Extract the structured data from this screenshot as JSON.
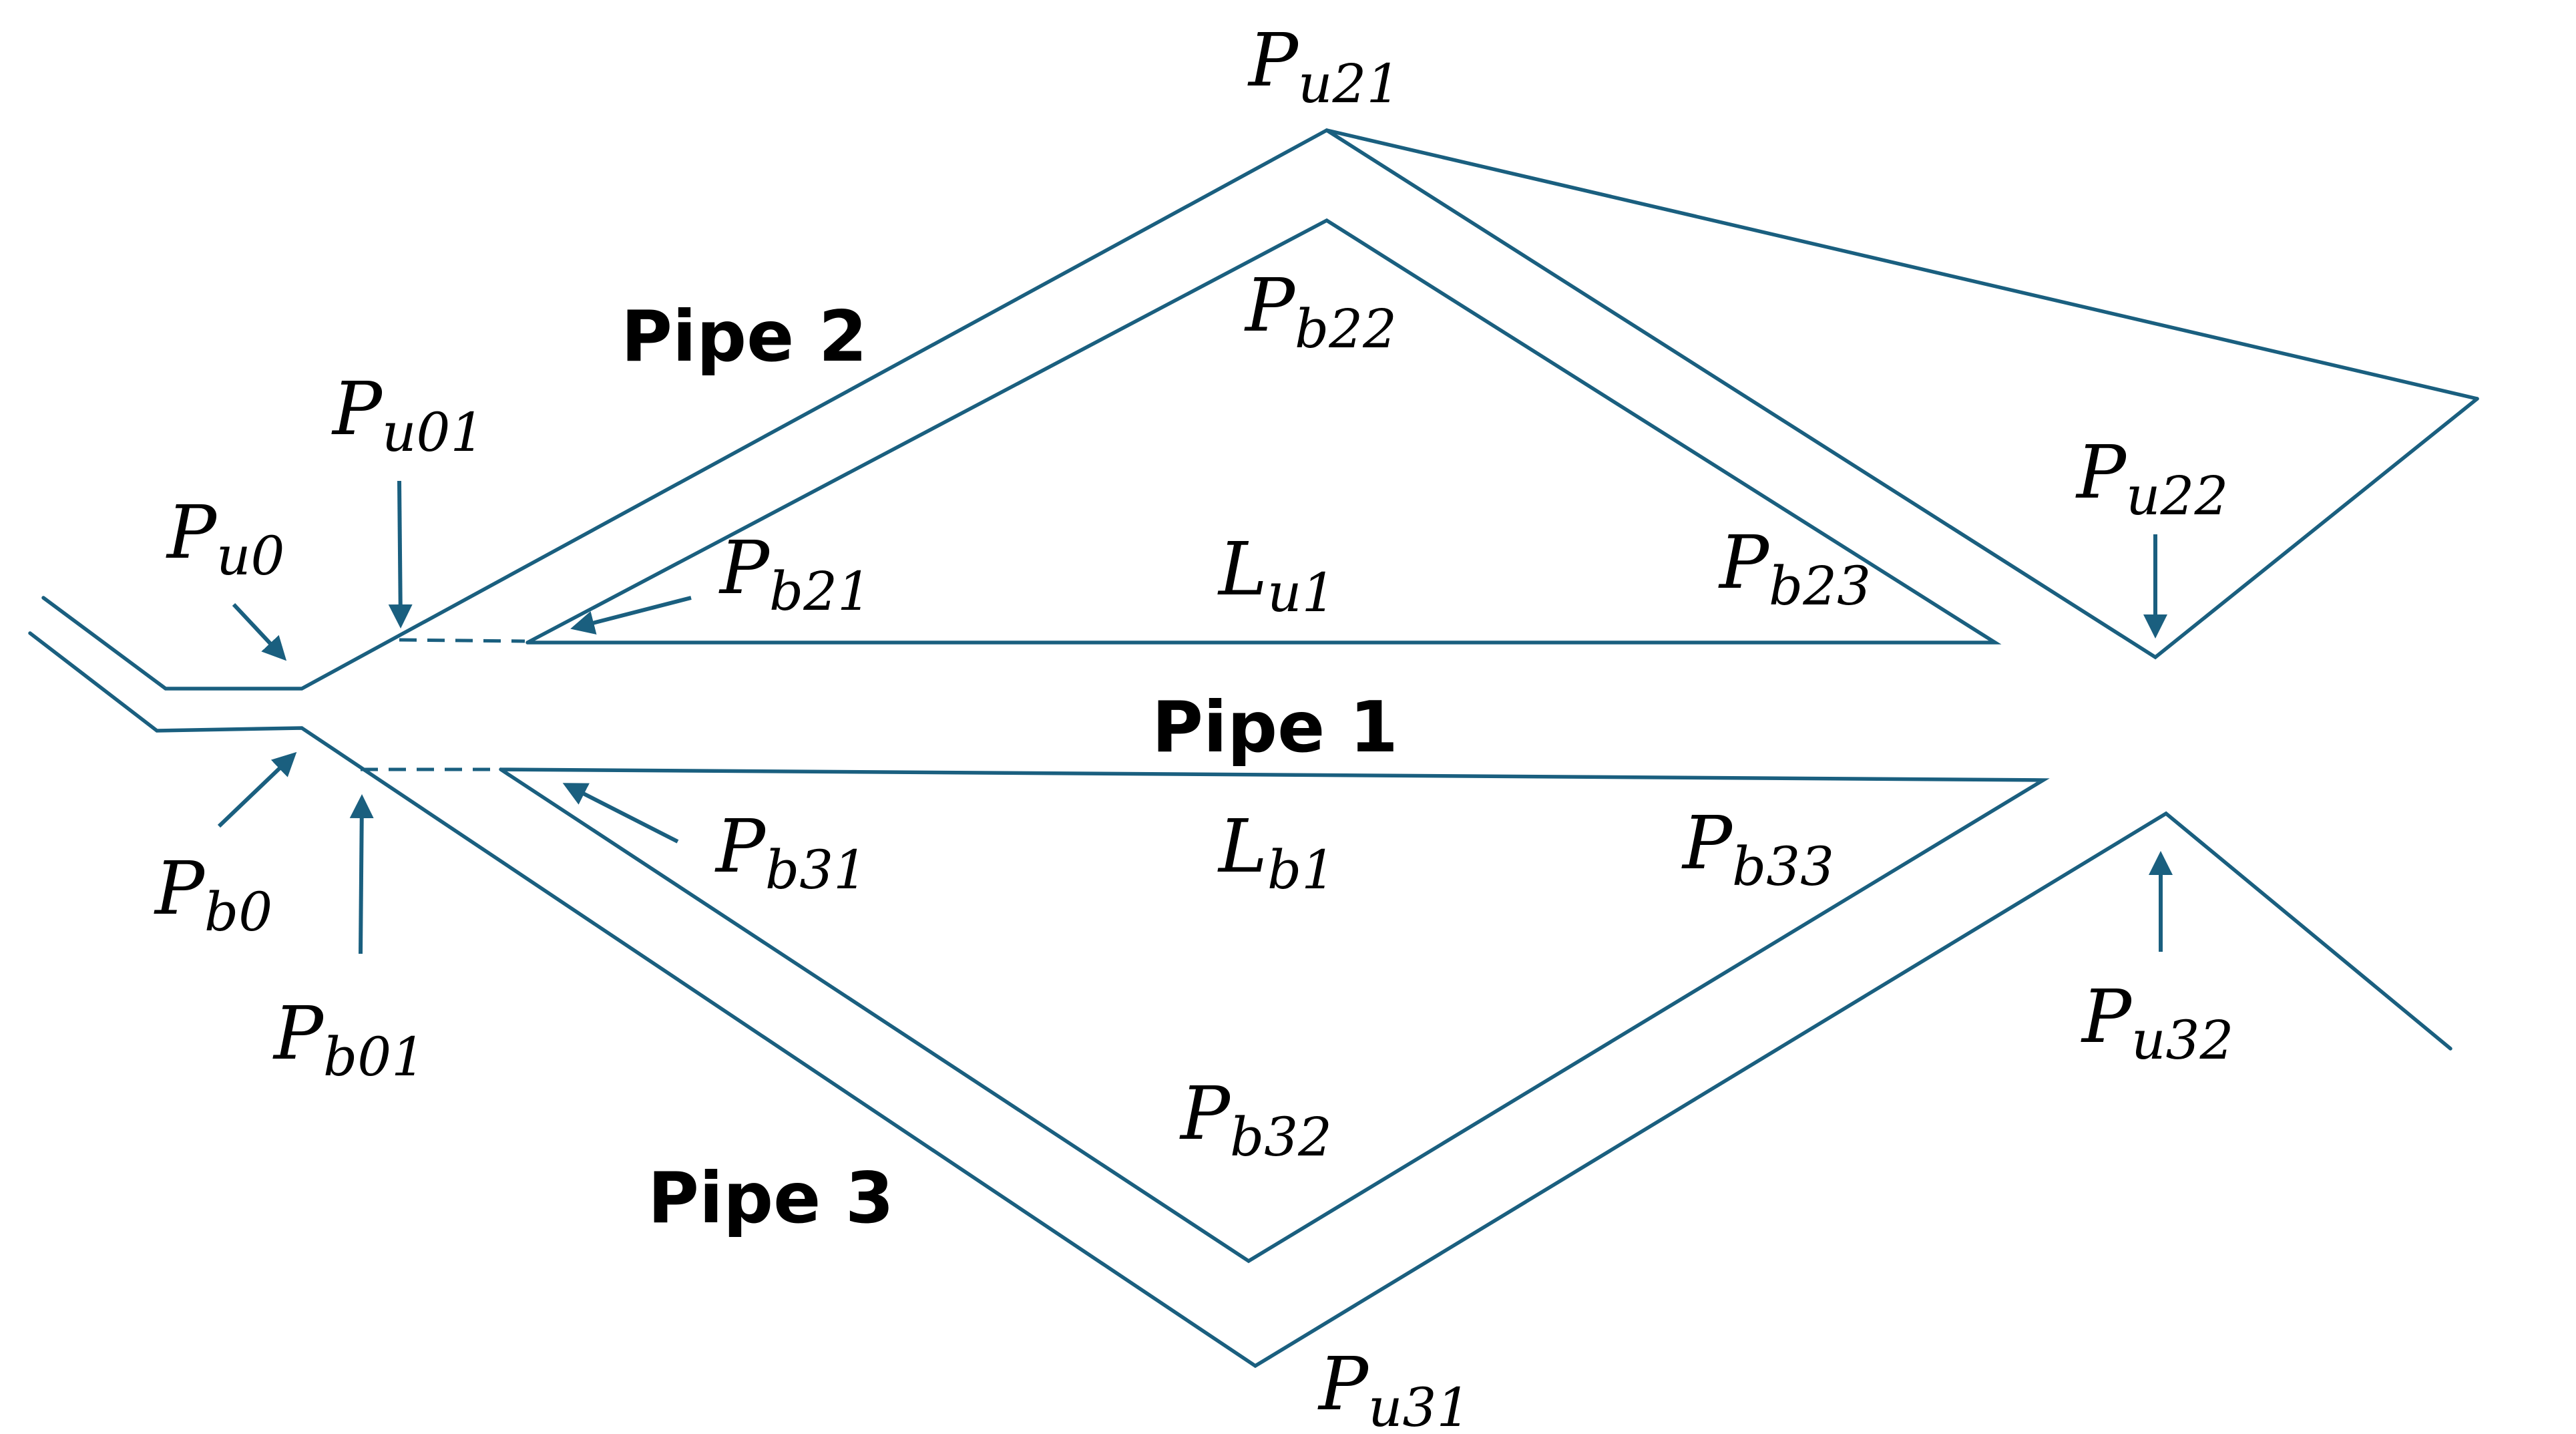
{
  "colors": {
    "line": "#1a5f7f",
    "text": "#000000",
    "background": "#ffffff"
  },
  "pipes": {
    "pipe1": "Pipe 1",
    "pipe2": "Pipe 2",
    "pipe3": "Pipe 3"
  },
  "labels": {
    "pu0": {
      "main": "P",
      "sub": "u0"
    },
    "pu01": {
      "main": "P",
      "sub": "u01"
    },
    "pb0": {
      "main": "P",
      "sub": "b0"
    },
    "pb01": {
      "main": "P",
      "sub": "b01"
    },
    "pu21": {
      "main": "P",
      "sub": "u21"
    },
    "pb22": {
      "main": "P",
      "sub": "b22"
    },
    "pb21": {
      "main": "P",
      "sub": "b21"
    },
    "lu1": {
      "main": "L",
      "sub": "u1"
    },
    "pb23": {
      "main": "P",
      "sub": "b23"
    },
    "pu22": {
      "main": "P",
      "sub": "u22"
    },
    "pb31": {
      "main": "P",
      "sub": "b31"
    },
    "lb1": {
      "main": "L",
      "sub": "b1"
    },
    "pb33": {
      "main": "P",
      "sub": "b33"
    },
    "pu32": {
      "main": "P",
      "sub": "u32"
    },
    "pb32": {
      "main": "P",
      "sub": "b32"
    },
    "pu31": {
      "main": "P",
      "sub": "u31"
    }
  }
}
